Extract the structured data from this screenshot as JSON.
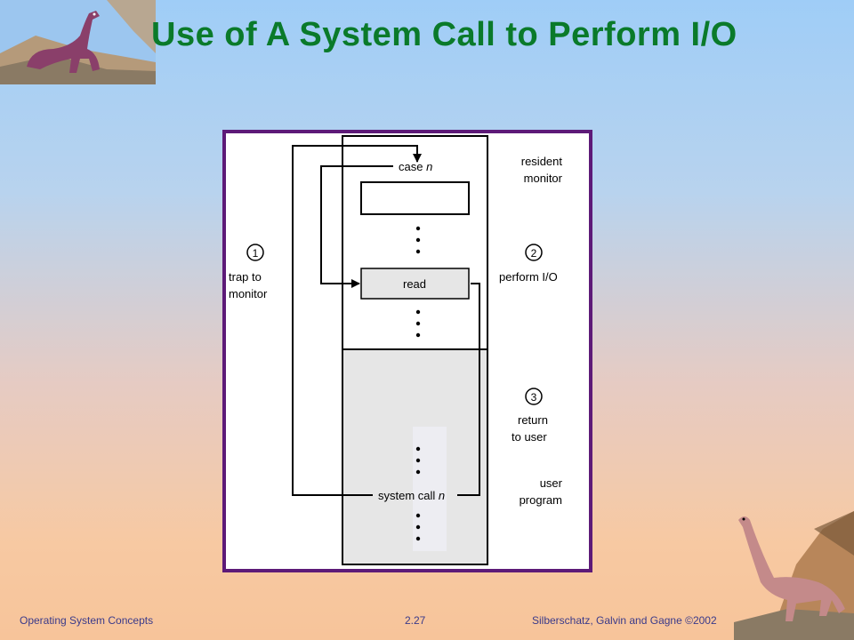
{
  "slide": {
    "title": "Use of A System Call to Perform I/O"
  },
  "diagram": {
    "labels": {
      "case_prefix": "case ",
      "case_var": "n",
      "read": "read",
      "system_call_prefix": "system call ",
      "system_call_var": "n",
      "resident": "resident",
      "monitor": "monitor",
      "user": "user",
      "program": "program"
    },
    "steps": [
      {
        "number": "1",
        "line1": "trap to",
        "line2": "monitor"
      },
      {
        "number": "2",
        "line1": "perform I/O",
        "line2": ""
      },
      {
        "number": "3",
        "line1": "return",
        "line2": "to user"
      }
    ]
  },
  "footer": {
    "left": "Operating System Concepts",
    "center": "2.27",
    "right": "Silberschatz, Galvin and  Gagne ©2002"
  },
  "colors": {
    "title": "#0a7a2a",
    "frame": "#5d1a78",
    "footer_text": "#3a3a8a"
  }
}
